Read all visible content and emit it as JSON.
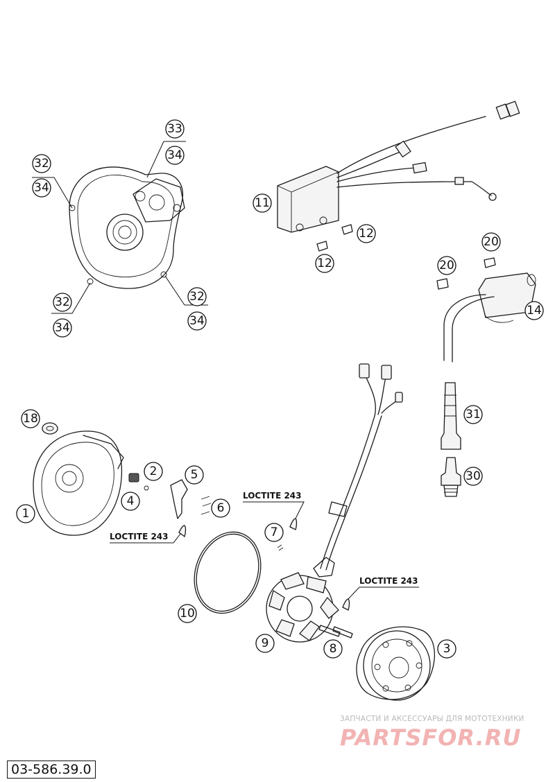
{
  "callouts": [
    "1",
    "2",
    "3",
    "4",
    "5",
    "6",
    "7",
    "8",
    "9",
    "10",
    "11",
    "12",
    "12",
    "14",
    "18",
    "20",
    "20",
    "30",
    "31",
    "32",
    "34",
    "33",
    "34",
    "32",
    "34",
    "32",
    "34"
  ],
  "loctite_labels": [
    "LOCTITE 243",
    "LOCTITE 243",
    "LOCTITE 243"
  ],
  "doc_code": "03-586.39.0",
  "watermark": {
    "caption": "ЗАПЧАСТИ И АКСЕССУАРЫ ДЛЯ МОТОТЕХНИКИ",
    "logo": "PARTSFOR.RU"
  }
}
